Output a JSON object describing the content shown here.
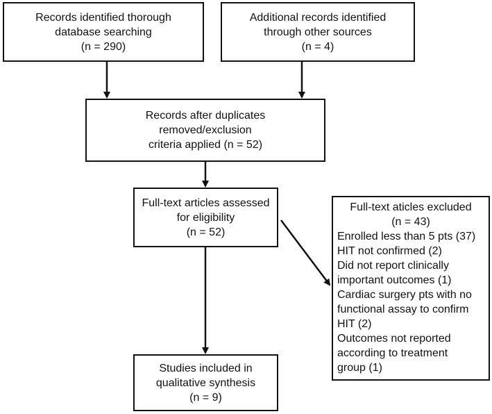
{
  "boxes": {
    "database": {
      "lines": [
        "Records identified thorough",
        "database searching",
        "(n = 290)"
      ]
    },
    "other_sources": {
      "lines": [
        "Additional records identified",
        "through other sources",
        "(n = 4)"
      ]
    },
    "after_duplicates": {
      "lines": [
        "Records after duplicates",
        "removed/exclusion",
        "criteria applied (n = 52)"
      ]
    },
    "full_text_assessed": {
      "lines": [
        "Full-text articles assessed",
        "for eligibility",
        "(n = 52)"
      ]
    },
    "included": {
      "lines": [
        "Studies included in",
        "qualitative synthesis",
        "(n = 9)"
      ]
    },
    "excluded": {
      "header": [
        "Full-text aticles excluded",
        "(n = 43)"
      ],
      "items": [
        "Enrolled less than 5 pts (37)",
        "HIT not confirmed (2)",
        "Did not report clinically",
        "important outcomes (1)",
        "Cardiac surgery pts with no",
        "functional assay to confirm",
        "HIT (2)",
        "Outcomes not reported",
        "according to treatment",
        "group (1)"
      ]
    }
  }
}
